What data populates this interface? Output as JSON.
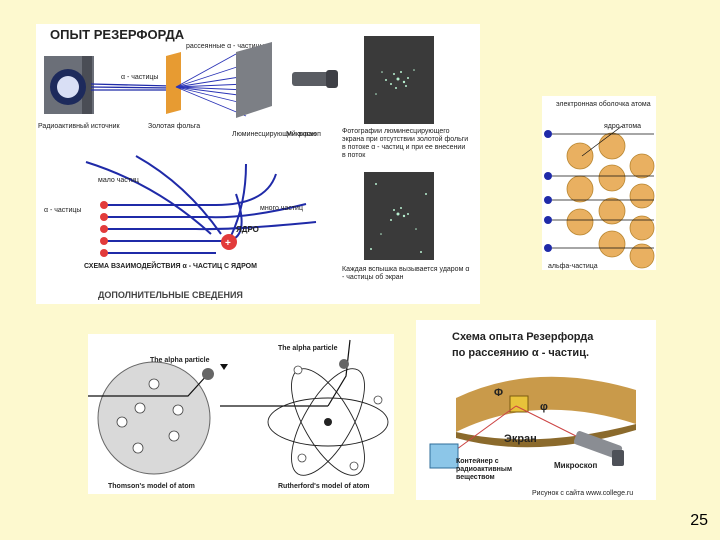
{
  "slide": {
    "title_fragment": "a",
    "page_number": "25",
    "colors": {
      "background": "#fdf9cf",
      "beam": "#1f2aa8",
      "particle": "#e23b3b",
      "shell": "#e9b061"
    }
  },
  "panel_main": {
    "title": "ОПЫТ РЕЗЕРФОРДА",
    "label_alpha": "α - частицы",
    "label_scattered": "рассеянные α - частицы",
    "label_source": "Радиоактивный источник",
    "label_foil": "Золотая фольга",
    "label_screen": "Люминесцирующий экран",
    "label_microscope": "Микроскоп",
    "caption_photo": "Фотографии люминесцирующего экрана при отсутствии золотой фольги в потоке α - частиц и при ее внесении в поток",
    "label_few": "мало частиц",
    "label_many": "много частиц",
    "label_alpha2": "α - частицы",
    "label_nucleus": "ЯДРО",
    "scheme_caption": "СХЕМА ВЗАИМОДЕЙСТВИЯ α - ЧАСТИЦ С ЯДРОМ",
    "extra": "ДОПОЛНИТЕЛЬНЫЕ СВЕДЕНИЯ",
    "flash_caption": "Каждая вспышка вызывается ударом α - частицы об экран"
  },
  "panel_atoms": {
    "label_shell": "электронная оболочка атома",
    "label_nucleus": "ядро атома",
    "label_alpha": "альфа-частица"
  },
  "panel_models": {
    "label_alpha_left": "The alpha particle",
    "label_alpha_right": "The alpha particle",
    "caption_thomson": "Thomson's model of atom",
    "caption_rutherford": "Rutherford's model of atom"
  },
  "panel_scheme": {
    "title_line1": "Схема опыта Резерфорда",
    "title_line2": "по рассеянию α - частиц.",
    "label_phi": "Φ",
    "label_phi2": "φ",
    "label_screen": "Экран",
    "label_container": "Контейнер с радиоактивным веществом",
    "label_microscope": "Микроскоп",
    "credit": "Рисунок с сайта www.college.ru"
  }
}
